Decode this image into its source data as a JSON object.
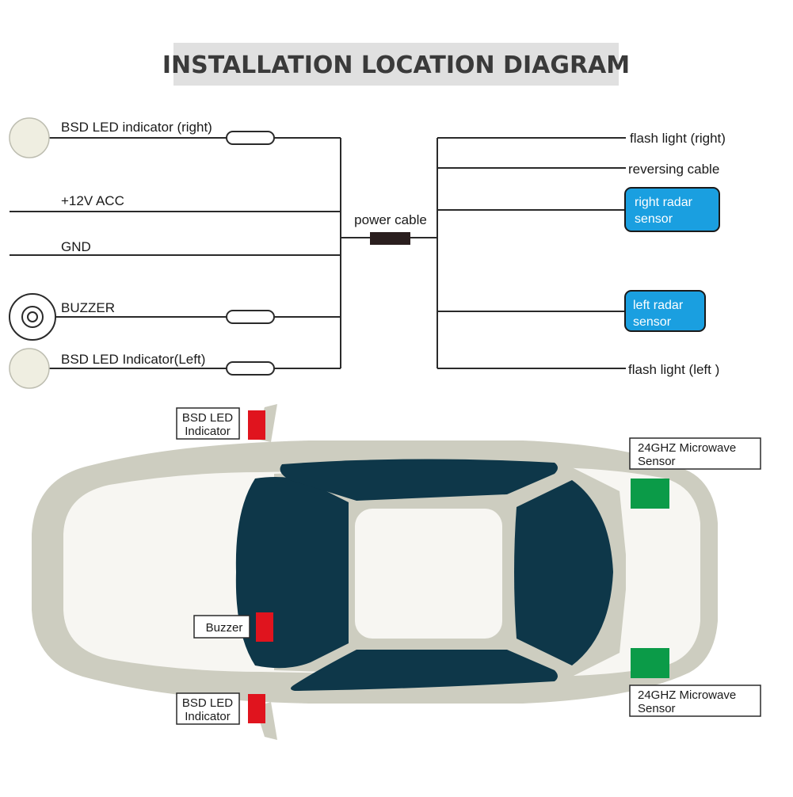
{
  "title": "INSTALLATION LOCATION DIAGRAM",
  "wiring": {
    "left": {
      "bsd_right": "BSD LED indicator (right)",
      "acc": "+12V ACC",
      "gnd": "GND",
      "buzzer": "BUZZER",
      "bsd_left": "BSD LED Indicator(Left)"
    },
    "center": {
      "power_cable": "power cable"
    },
    "right": {
      "flash_right": "flash light (right)",
      "reversing": "reversing cable",
      "right_radar_line1": "right radar",
      "right_radar_line2": "sensor",
      "left_radar_line1": "left radar",
      "left_radar_line2": "sensor",
      "flash_left": "flash light (left )"
    }
  },
  "car": {
    "bsd_top_line1": "BSD LED",
    "bsd_top_line2": "Indicator",
    "buzzer": "Buzzer",
    "bsd_bottom_line1": "BSD LED",
    "bsd_bottom_line2": "Indicator",
    "sensor_top_line1": "24GHZ Microwave",
    "sensor_top_line2": "Sensor",
    "sensor_bottom_line1": "24GHZ Microwave",
    "sensor_bottom_line2": "Sensor"
  },
  "colors": {
    "title_bg": "#e0e0e0",
    "sensor_box": "#1a9fe0",
    "car_body": "#cdcdc0",
    "car_interior": "#f7f6f2",
    "car_glass": "#0e3749",
    "led_red": "#e0141e",
    "sensor_green": "#0b9b48",
    "indicator_fill": "#efeee1"
  }
}
